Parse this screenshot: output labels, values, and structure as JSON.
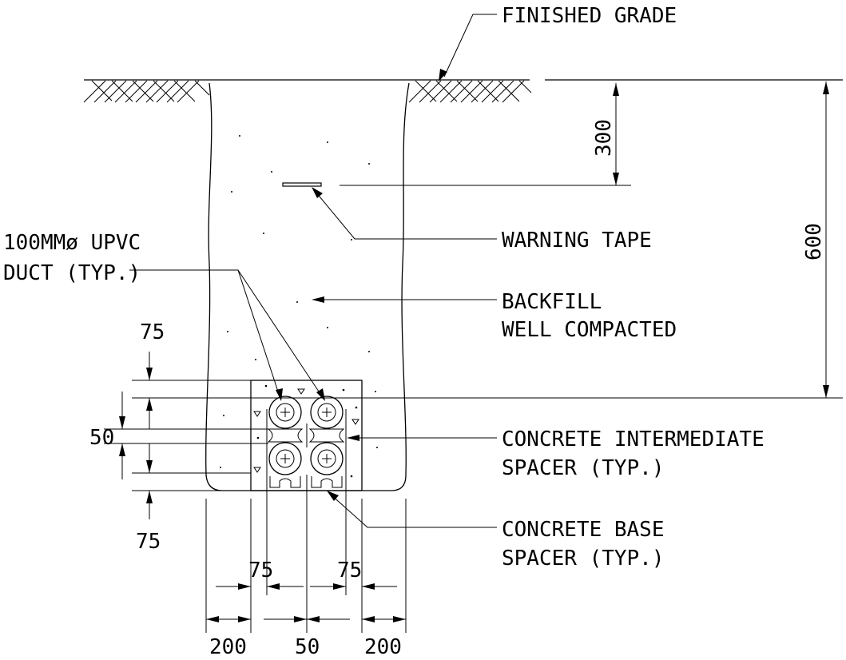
{
  "labels": {
    "finished_grade": "FINISHED GRADE",
    "warning_tape": "WARNING TAPE",
    "duct_line1": "100MMø UPVC",
    "duct_line2": "DUCT (TYP.)",
    "backfill_line1": "BACKFILL",
    "backfill_line2": "WELL COMPACTED",
    "intermediate_line1": "CONCRETE INTERMEDIATE",
    "intermediate_line2": "SPACER (TYP.)",
    "base_line1": "CONCRETE BASE",
    "base_line2": "SPACER (TYP.)"
  },
  "dimensions": {
    "tape_depth": "300",
    "trench_depth": "600",
    "cover_top": "75",
    "duct_gap": "50",
    "cover_bottom": "75",
    "side_left": "75",
    "side_right": "75",
    "trench_left": "200",
    "center_gap": "50",
    "trench_right": "200"
  }
}
